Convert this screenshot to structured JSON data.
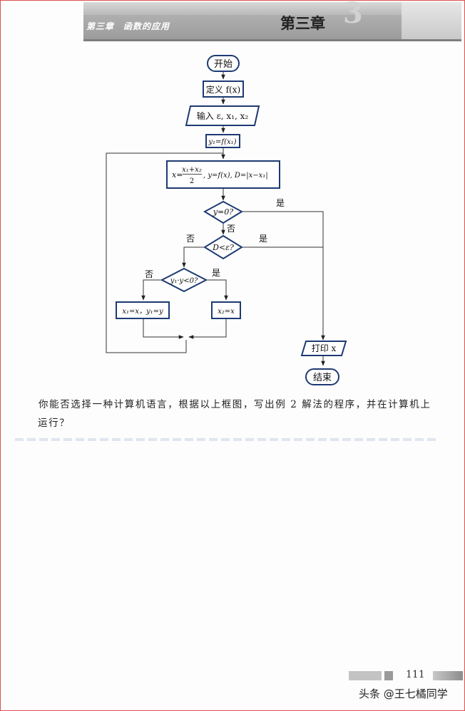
{
  "header": {
    "running_title": "第三章　函数的应用",
    "chapter_label": "第三章",
    "chapter_number_graphic": "3"
  },
  "flowchart": {
    "start": "开始",
    "define": "定义 f(x)",
    "input": "输入 ε, x₁, x₂",
    "assign_y1": "y₁=f(x₁)",
    "midpoint_prefix": "x=",
    "midpoint_numerator": "x₁+x₂",
    "midpoint_denominator": "2",
    "midpoint_suffix": ", y=f(x), D=|x−x₁|",
    "decision_zero": "y=0?",
    "decision_eps": "D<ε?",
    "decision_sign": "y₁·y<0?",
    "update_x1": "x₁=x，y₁=y",
    "update_x2": "x₂=x",
    "print": "打印 x",
    "end": "结束",
    "label_yes": "是",
    "label_no": "否"
  },
  "paragraph": "你能否选择一种计算机语言，根据以上框图，写出例 2 解法的程序，并在计算机上运行？",
  "footer": {
    "page_number": "111",
    "watermark": "头条 @王七橘同学"
  }
}
